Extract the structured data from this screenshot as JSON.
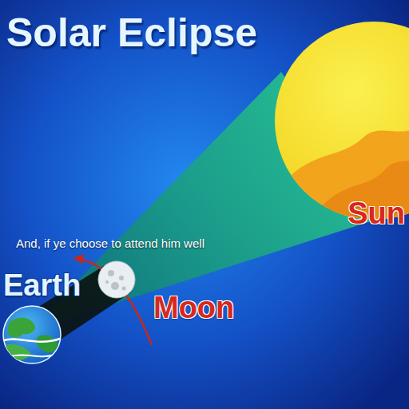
{
  "diagram": {
    "title": "Solar Eclipse",
    "nodes": [
      {
        "text": [
          "Sun"
        ]
      },
      {
        "text": [
          "Moon"
        ]
      },
      {
        "text": [
          "Earth"
        ]
      }
    ],
    "labels": [
      "And, if ye choose to attend him well"
    ]
  }
}
